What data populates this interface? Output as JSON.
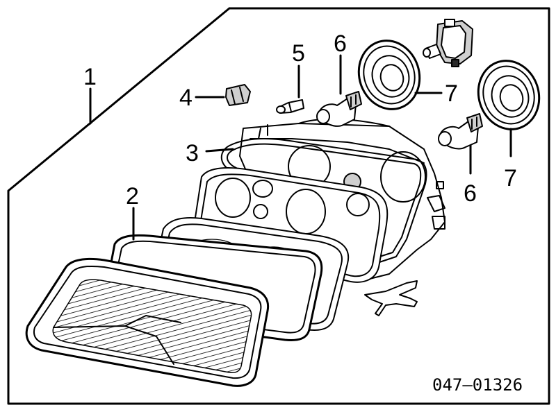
{
  "callouts": {
    "c1": "1",
    "c2": "2",
    "c3": "3",
    "c4": "4",
    "c5": "5",
    "c6a": "6",
    "c6b": "6",
    "c7a": "7",
    "c7b": "7"
  },
  "part_number": "047—01326",
  "colors": {
    "ink": "#000000",
    "paper": "#ffffff"
  }
}
